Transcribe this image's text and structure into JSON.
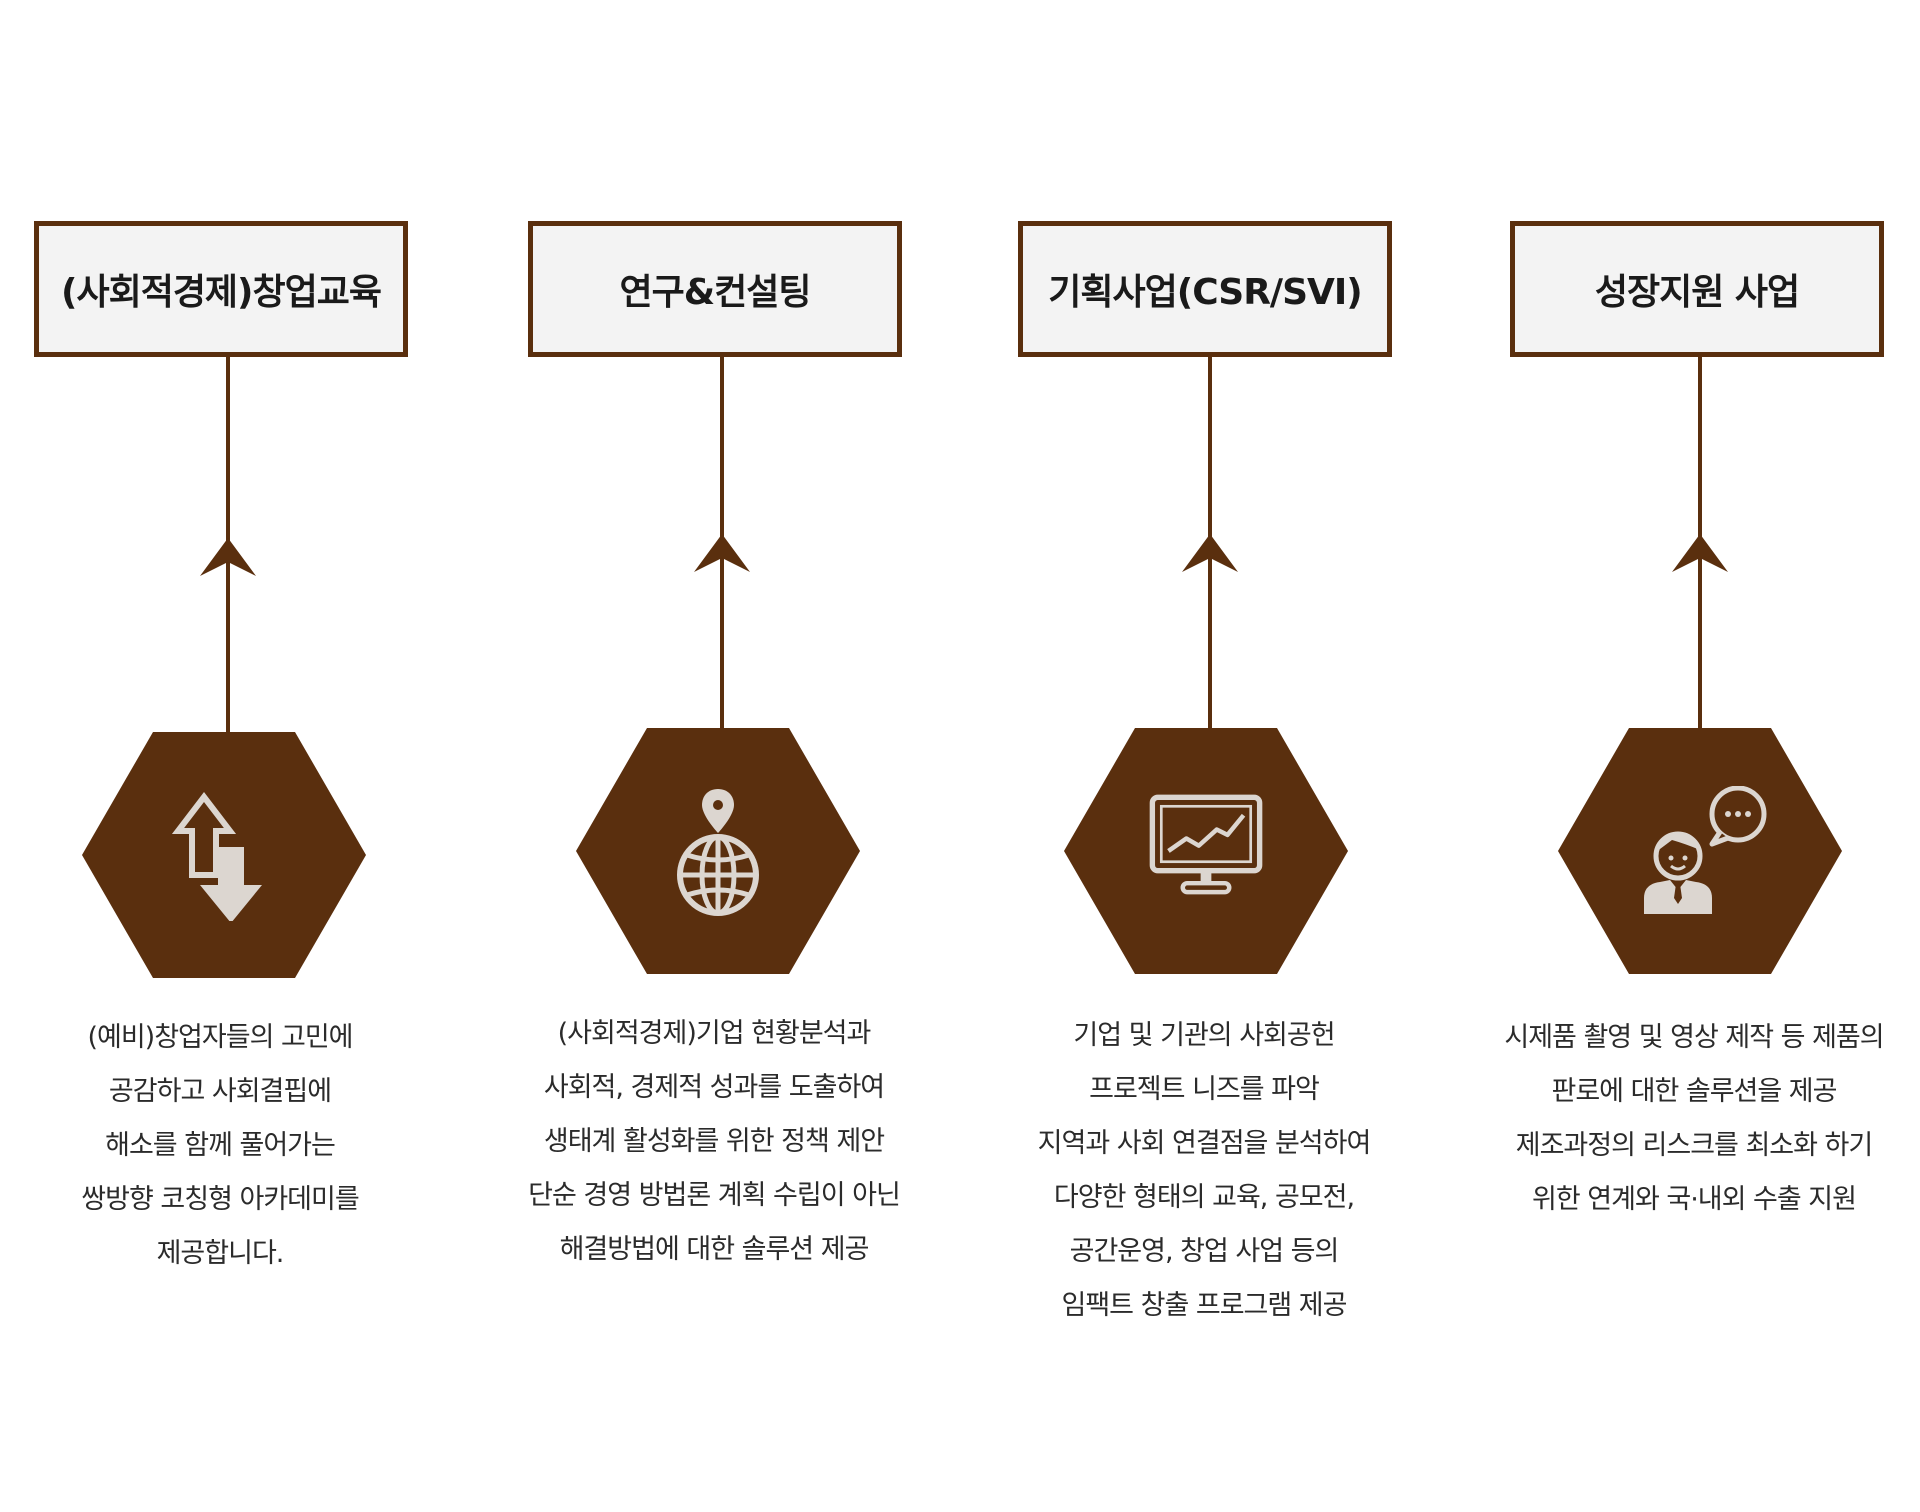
{
  "colors": {
    "accent": "#5a2f0e",
    "box_fill": "#f3f3f3",
    "icon_fill": "#dcd6d0",
    "text": "#2b2b2b"
  },
  "columns": [
    {
      "title": "(사회적경제)창업교육",
      "icon": "up-down-arrows-icon",
      "lines": [
        "(예비)창업자들의 고민에",
        "공감하고 사회결핍에",
        "해소를 함께 풀어가는",
        "쌍방향 코칭형 아카데미를",
        "제공합니다."
      ]
    },
    {
      "title": "연구&컨설팅",
      "icon": "globe-pin-icon",
      "lines": [
        "(사회적경제)기업 현황분석과",
        "사회적, 경제적 성과를 도출하여",
        "생태계 활성화를 위한 정책 제안",
        "단순 경영 방법론 계획 수립이 아닌",
        "해결방법에 대한 솔루션 제공"
      ]
    },
    {
      "title": "기획사업(CSR/SVI)",
      "icon": "monitor-chart-icon",
      "lines": [
        "기업 및 기관의 사회공헌",
        "프로젝트 니즈를 파악",
        "지역과 사회 연결점을 분석하여",
        "다양한 형태의 교육, 공모전,",
        "공간운영, 창업 사업 등의",
        "임팩트 창출 프로그램 제공"
      ]
    },
    {
      "title": "성장지원 사업",
      "icon": "consultant-chat-icon",
      "lines": [
        "시제품 촬영 및 영상 제작 등 제품의",
        "판로에 대한 솔루션을 제공",
        "제조과정의 리스크를 최소화 하기",
        "위한 연계와 국·내외 수출 지원"
      ]
    }
  ]
}
